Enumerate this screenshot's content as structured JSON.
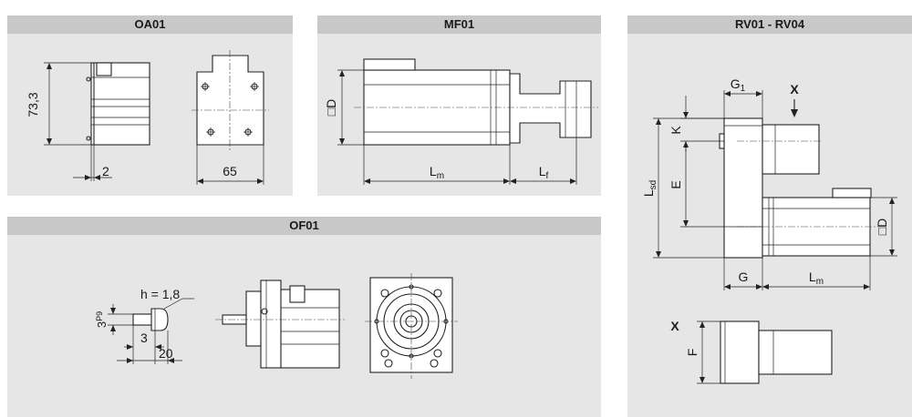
{
  "panels": {
    "oa01": {
      "title": "OA01",
      "dims": {
        "height": "73,3",
        "small": "2",
        "width": "65"
      }
    },
    "mf01": {
      "title": "MF01",
      "dims": {
        "square": "□D",
        "lm_main": "L",
        "lm_sub": "m",
        "lf_main": "L",
        "lf_sub": "f"
      }
    },
    "rv": {
      "title": "RV01 - RV04",
      "dims": {
        "g1_main": "G",
        "g1_sub": "1",
        "x_top": "X",
        "k": "K",
        "e": "E",
        "lsd_main": "L",
        "lsd_sub": "sd",
        "square": "□D",
        "g": "G",
        "lm_main": "L",
        "lm_sub": "m",
        "x_bottom": "X",
        "f": "F"
      }
    },
    "of01": {
      "title": "OF01",
      "dims": {
        "h": "h = 1,8",
        "keyway_main": "3",
        "keyway_sup": "P9",
        "three": "3",
        "twenty": "20"
      }
    }
  }
}
